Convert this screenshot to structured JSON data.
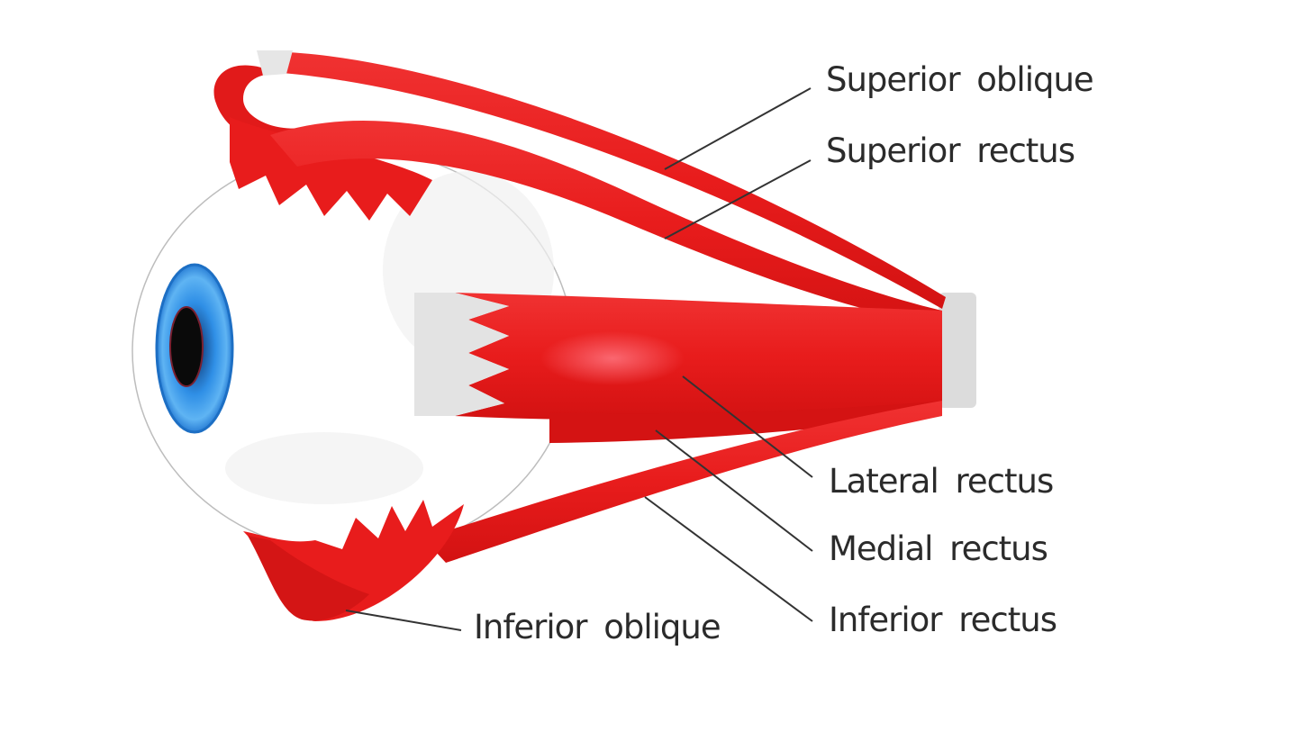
{
  "colors": {
    "muscle": "#ea1d1d",
    "muscle_dark": "#c40f0f",
    "tendon": "#e6e6e6",
    "sclera": "#ffffff",
    "iris": "#2f8fe6",
    "pupil": "#0a0a0a",
    "leader_line": "#333333",
    "text": "#2b2b2b"
  },
  "labels": {
    "superior_oblique": "Superior oblique",
    "superior_rectus": "Superior rectus",
    "lateral_rectus": "Lateral rectus",
    "medial_rectus": "Medial rectus",
    "inferior_rectus": "Inferior rectus",
    "inferior_oblique": "Inferior oblique"
  }
}
